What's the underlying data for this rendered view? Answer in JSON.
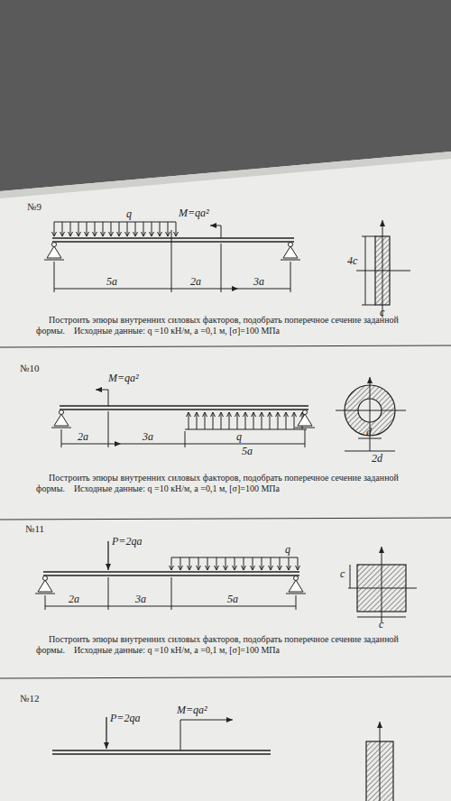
{
  "diagram": {
    "labels": [
      "№9",
      "q",
      "M=qa²",
      "5a",
      "2a",
      "3a",
      "4c",
      "c",
      "Построить эпюры внутренних силовых факторов, подобрать поперечное сечение заданной формы.",
      "Исходные данные: q =10 кН/м, a =0,1 м, [σ]=100 МПа",
      "№10",
      "M=qa²",
      "2a",
      "3a",
      "q",
      "5a",
      "d",
      "2d",
      "Построить эпюры внутренних силовых факторов, подобрать поперечное сечение заданной формы.",
      "Исходные данные: q =10 кН/м, a =0,1 м, [σ]=100 МПа",
      "№11",
      "P=2qa",
      "q",
      "2a",
      "3a",
      "5a",
      "c",
      "c",
      "Построить эпюры внутренних силовых факторов, подобрать поперечное сечение заданной формы.",
      "Исходные данные: q =10 кН/м, a =0,1 м, [σ]=100 МПа",
      "№12",
      "P=2qa",
      "M=qa²"
    ]
  }
}
